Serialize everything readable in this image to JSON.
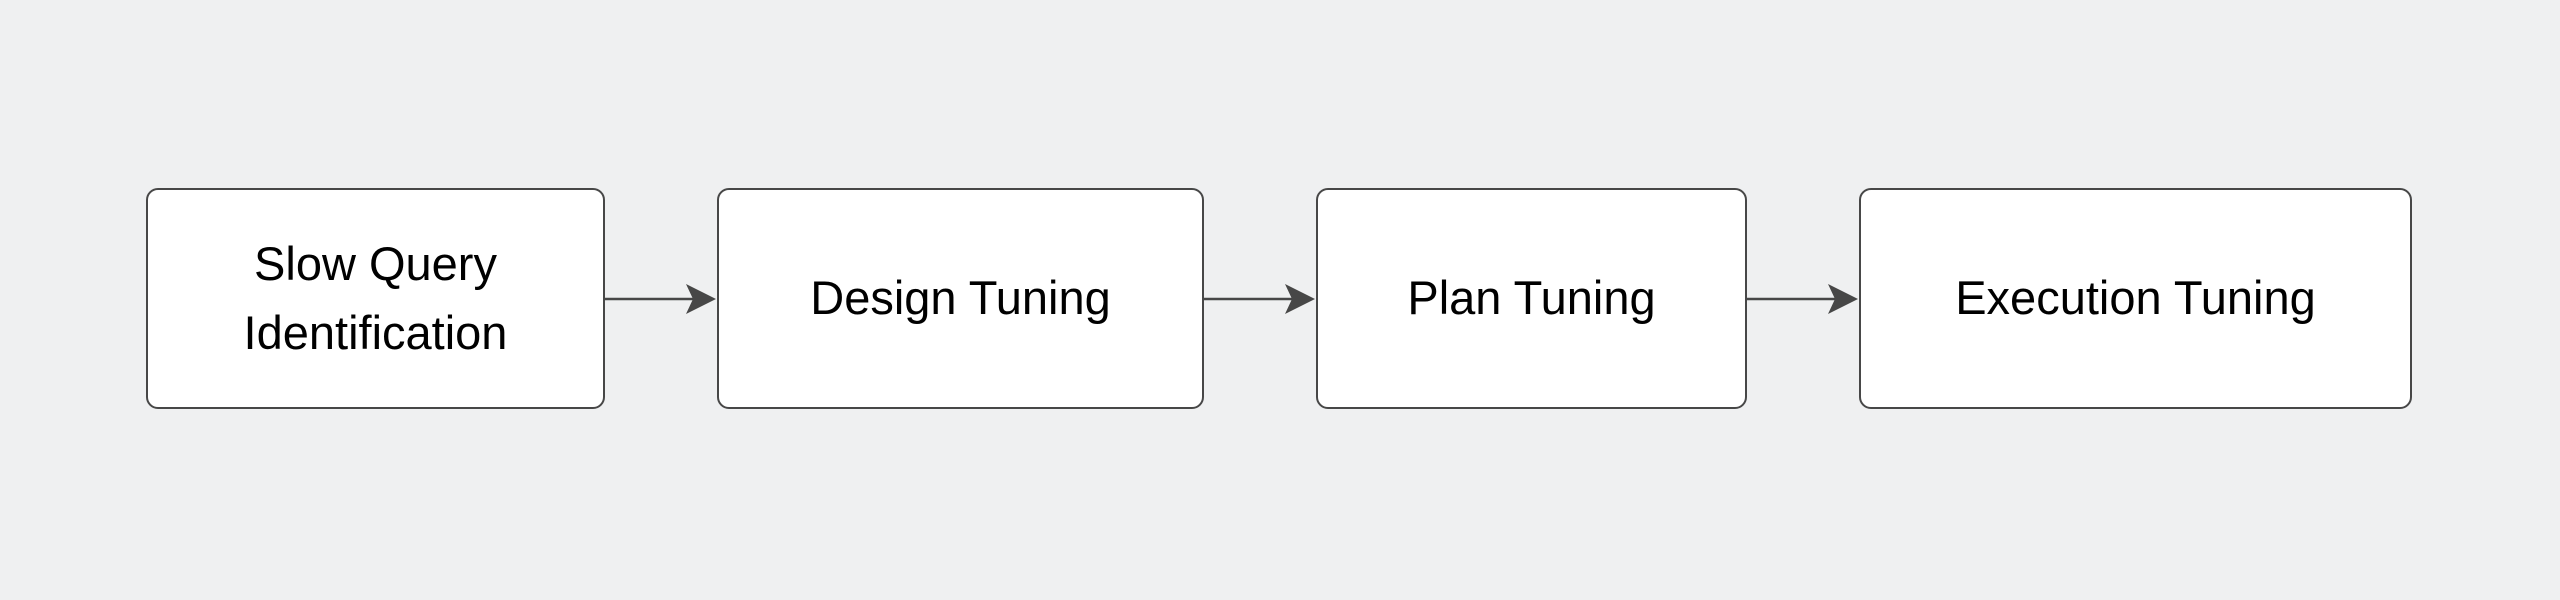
{
  "diagram": {
    "type": "flowchart",
    "direction": "left-to-right",
    "nodes": [
      {
        "id": "slow-query-identification",
        "label": "Slow Query Identification"
      },
      {
        "id": "design-tuning",
        "label": "Design Tuning"
      },
      {
        "id": "plan-tuning",
        "label": "Plan Tuning"
      },
      {
        "id": "execution-tuning",
        "label": "Execution Tuning"
      }
    ],
    "edges": [
      {
        "from": "slow-query-identification",
        "to": "design-tuning"
      },
      {
        "from": "design-tuning",
        "to": "plan-tuning"
      },
      {
        "from": "plan-tuning",
        "to": "execution-tuning"
      }
    ],
    "colors": {
      "background": "#eff0f1",
      "node_fill": "#ffffff",
      "node_border": "#474747",
      "arrow": "#474747",
      "text": "#000000"
    }
  }
}
